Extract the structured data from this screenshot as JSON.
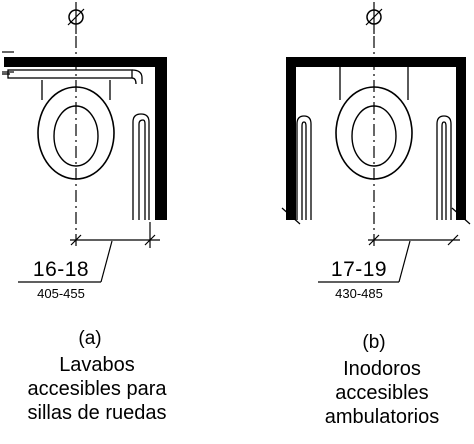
{
  "panel_a": {
    "dimension_in": "16-18",
    "dimension_mm": "405-455",
    "letter": "(a)",
    "caption_lines": [
      "Lavabos",
      "accesibles para",
      "sillas de ruedas"
    ]
  },
  "panel_b": {
    "dimension_in": "17-19",
    "dimension_mm": "430-485",
    "letter": "(b)",
    "caption_lines": [
      "Inodoros",
      "accesibles",
      "ambulatorios"
    ]
  },
  "centerline_symbol": "centerline-symbol-icon"
}
